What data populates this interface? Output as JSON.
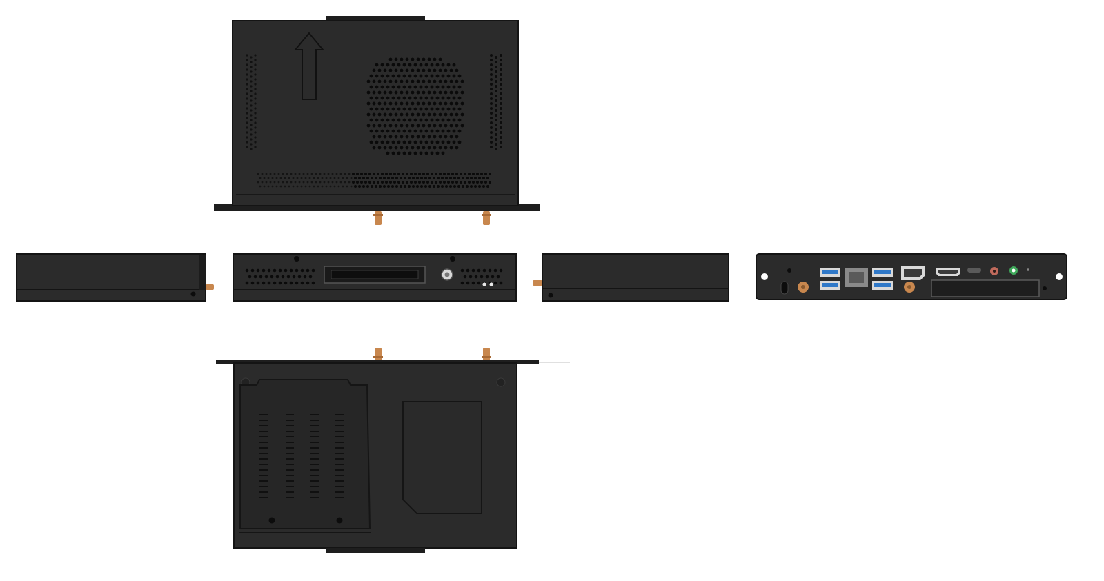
{
  "image": {
    "subject": "ops-mini-pc-orthographic-views",
    "colors": {
      "background": "#ffffff",
      "chassis": "#2b2b2b",
      "chassis_dark": "#1e1e1e",
      "edge": "#141414",
      "vent": "#0a0a0a",
      "antenna": "#c8874e",
      "usb_blue": "#2f78c8",
      "port_gray": "#8a8a8a",
      "audio_red": "#c06a5c",
      "audio_green": "#3fa85a"
    },
    "views": [
      {
        "name": "top-view"
      },
      {
        "name": "left-side-view"
      },
      {
        "name": "front-view"
      },
      {
        "name": "right-side-view"
      },
      {
        "name": "rear-io-view"
      },
      {
        "name": "bottom-view"
      }
    ],
    "text": {}
  }
}
